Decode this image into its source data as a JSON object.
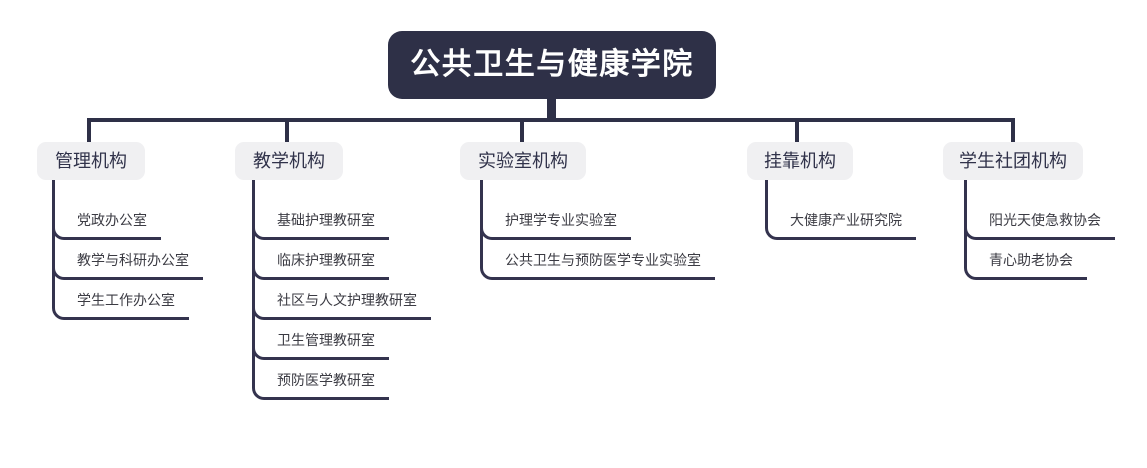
{
  "root": {
    "label": "公共卫生与健康学院"
  },
  "branches": [
    {
      "label": "管理机构",
      "children": [
        "党政办公室",
        "教学与科研办公室",
        "学生工作办公室"
      ]
    },
    {
      "label": "教学机构",
      "children": [
        "基础护理教研室",
        "临床护理教研室",
        "社区与人文护理教研室",
        "卫生管理教研室",
        "预防医学教研室"
      ]
    },
    {
      "label": "实验室机构",
      "children": [
        "护理学专业实验室",
        "公共卫生与预防医学专业实验室"
      ]
    },
    {
      "label": "挂靠机构",
      "children": [
        "大健康产业研究院"
      ]
    },
    {
      "label": "学生社团机构",
      "children": [
        "阳光天使急救协会",
        "青心助老协会"
      ]
    }
  ],
  "colors": {
    "root_fill": "#2e3047",
    "root_text": "#ffffff",
    "branch_fill": "#f0f0f2",
    "branch_text": "#30324a",
    "connector_line": "#34334e",
    "child_text": "#3b3b43",
    "background": "#ffffff"
  }
}
